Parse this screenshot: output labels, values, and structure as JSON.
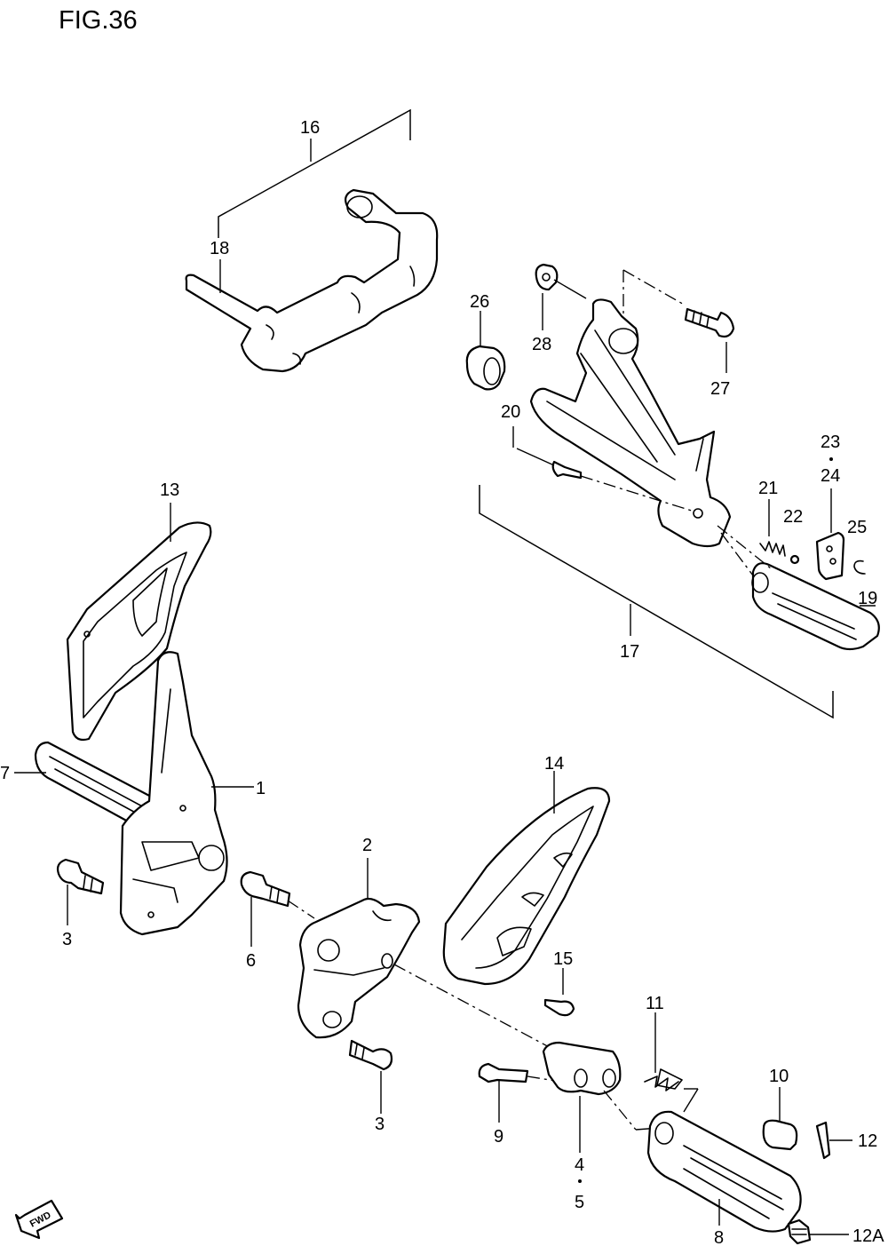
{
  "figure": {
    "title": "FIG.36"
  },
  "callouts": {
    "p1": "1",
    "p2": "2",
    "p3a": "3",
    "p3b": "3",
    "p4": "4",
    "p5": "5",
    "p6": "6",
    "p7": "7",
    "p8": "8",
    "p9": "9",
    "p10": "10",
    "p11": "11",
    "p12": "12",
    "p12a": "12A",
    "p13": "13",
    "p14": "14",
    "p15": "15",
    "p16": "16",
    "p17": "17",
    "p18": "18",
    "p19": "19",
    "p20": "20",
    "p21": "21",
    "p22": "22",
    "p23": "23",
    "p24": "24",
    "p25": "25",
    "p26": "26",
    "p27": "27",
    "p28": "28"
  },
  "direction_badge": {
    "label": "FWD",
    "icon": "fwd-arrow-icon"
  }
}
